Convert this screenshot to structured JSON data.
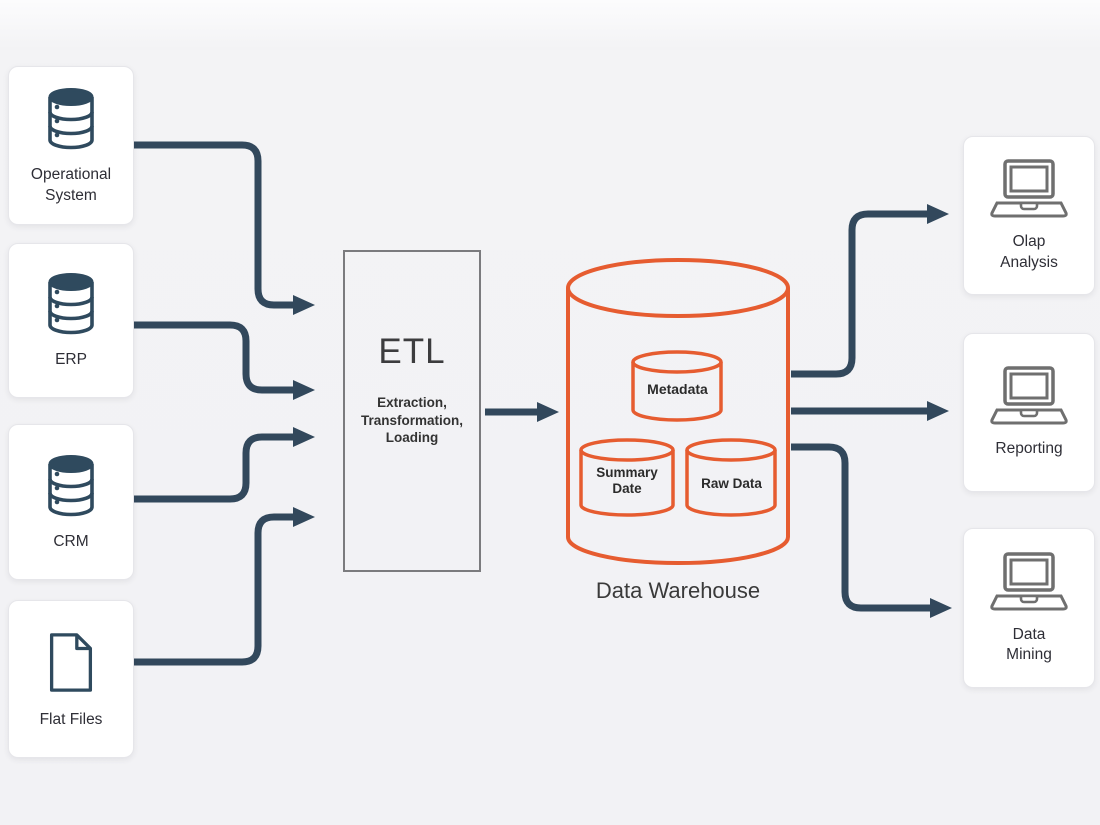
{
  "diagram": {
    "sources": [
      {
        "id": "operational-system",
        "label": "Operational System",
        "icon": "database-icon"
      },
      {
        "id": "erp",
        "label": "ERP",
        "icon": "database-icon"
      },
      {
        "id": "crm",
        "label": "CRM",
        "icon": "database-icon"
      },
      {
        "id": "flat-files",
        "label": "Flat Files",
        "icon": "file-icon"
      }
    ],
    "etl": {
      "title": "ETL",
      "subtitle_lines": [
        "Extraction,",
        "Transformation,",
        "Loading"
      ]
    },
    "warehouse": {
      "label": "Data Warehouse",
      "components": [
        {
          "label": "Metadata"
        },
        {
          "label": "Summary Date"
        },
        {
          "label": "Raw Data"
        }
      ]
    },
    "outputs": [
      {
        "id": "olap-analysis",
        "label": "Olap Analysis",
        "icon": "laptop-icon"
      },
      {
        "id": "reporting",
        "label": "Reporting",
        "icon": "laptop-icon"
      },
      {
        "id": "data-mining",
        "label": "Data Mining",
        "icon": "laptop-icon"
      }
    ],
    "colors": {
      "arrow": "#32485C",
      "database_icon": "#2F4A5E",
      "laptop_icon": "#6F6F6F",
      "warehouse_outline": "#E65C30",
      "etl_border": "#7B7B7E",
      "card_bg": "#FFFFFF",
      "text": "#2E2E36"
    }
  }
}
